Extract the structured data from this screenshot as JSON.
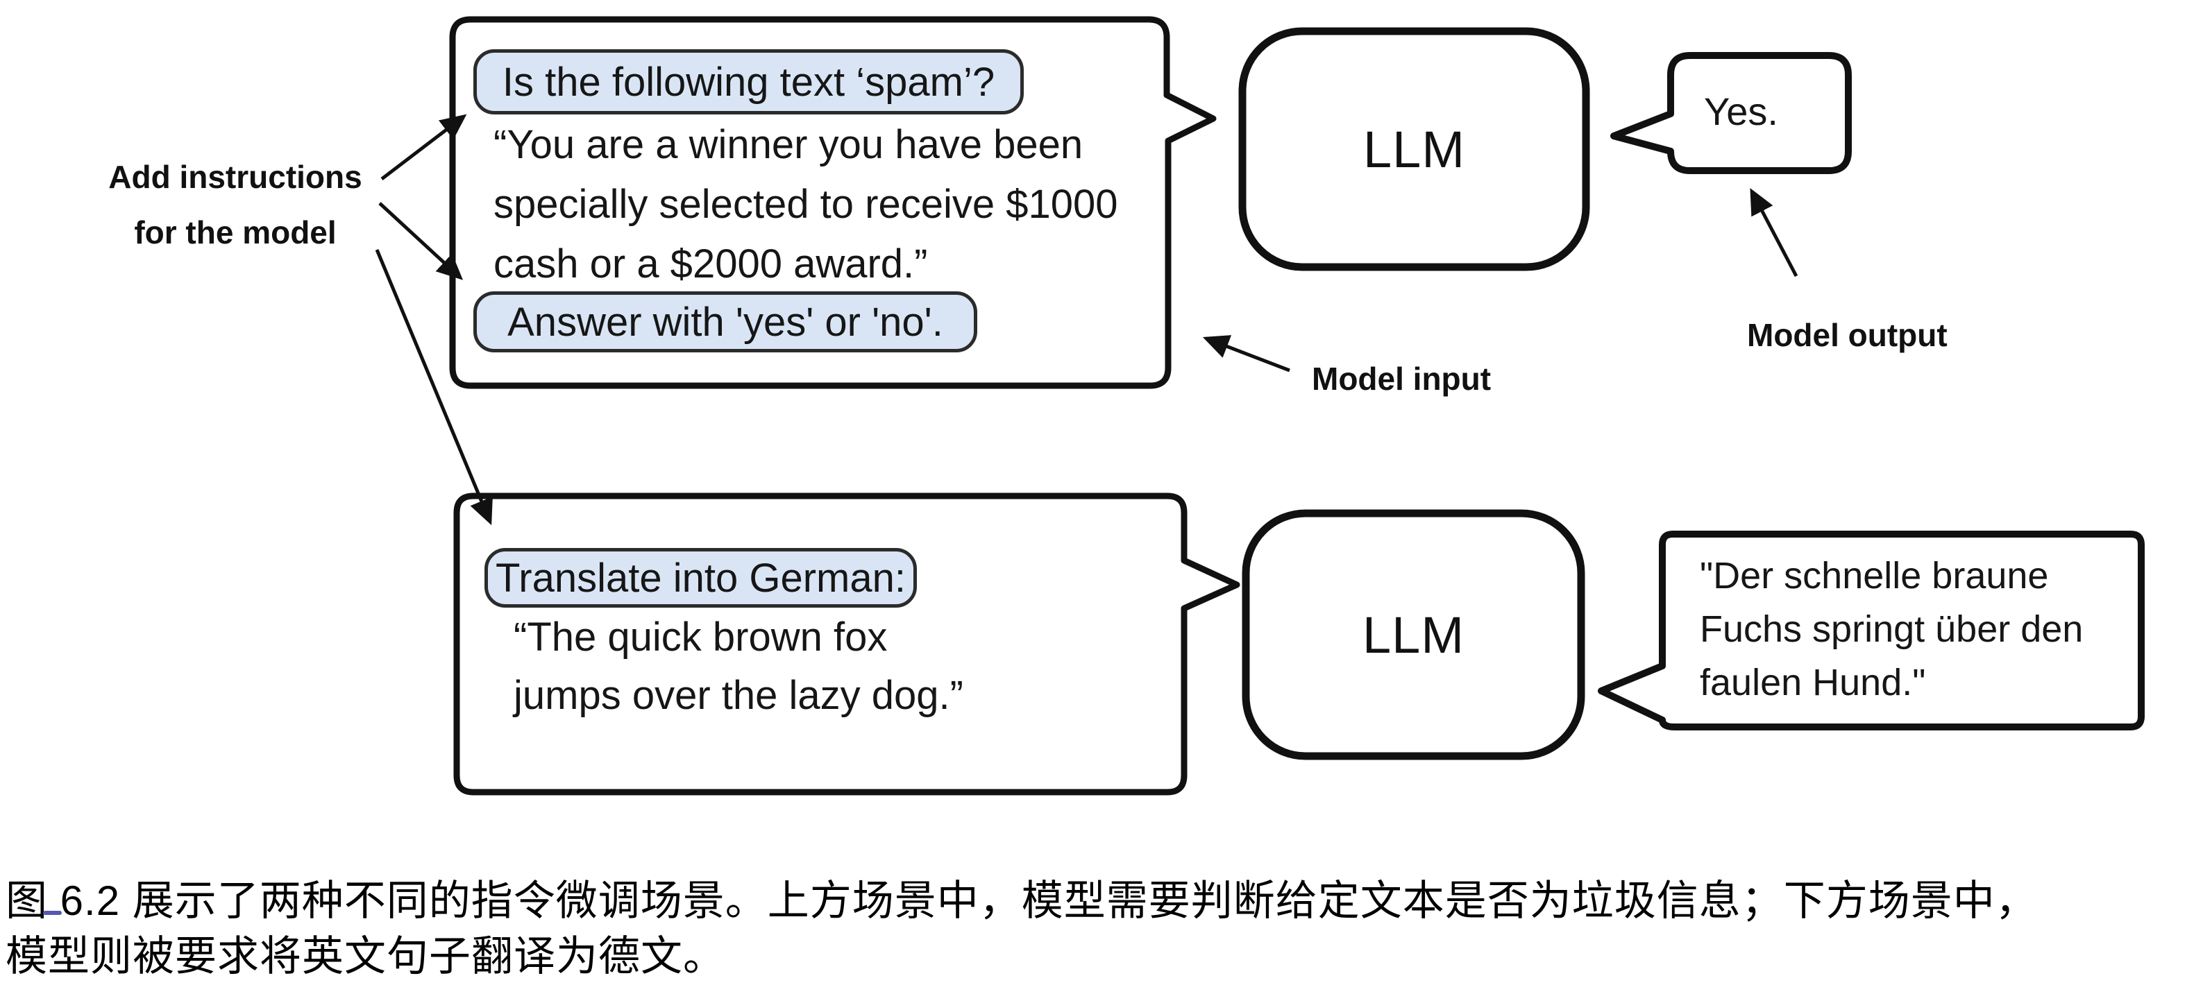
{
  "diagram": {
    "labels": {
      "add_instructions_line1": "Add instructions",
      "add_instructions_line2": "for the model",
      "model_input": "Model input",
      "model_output": "Model output"
    },
    "spam_scenario": {
      "instruction_top": "Is the following text ‘spam’?",
      "body_line1": "“You are a winner you have been",
      "body_line2": "specially selected to receive $1000",
      "body_line3": "cash or a $2000 award.”",
      "instruction_bottom": "Answer with 'yes' or 'no'.",
      "llm_label": "LLM",
      "output_text": "Yes."
    },
    "translation_scenario": {
      "instruction": "Translate into German:",
      "body_line1": "“The quick brown fox",
      "body_line2": "jumps over the lazy dog.”",
      "llm_label": "LLM",
      "output_line1": "\"Der schnelle braune",
      "output_line2": "Fuchs springt über den",
      "output_line3": "faulen Hund.\""
    }
  },
  "caption": {
    "line1": "图 6.2 展示了两种不同的指令微调场景。上方场景中，模型需要判断给定文本是否为垃圾信息；下方场景中，",
    "line2": "模型则被要求将英文句子翻译为德文。"
  },
  "colors": {
    "highlight_fill": "#d9e5f5",
    "ink": "#111111",
    "link_underline": "#5558b0"
  }
}
